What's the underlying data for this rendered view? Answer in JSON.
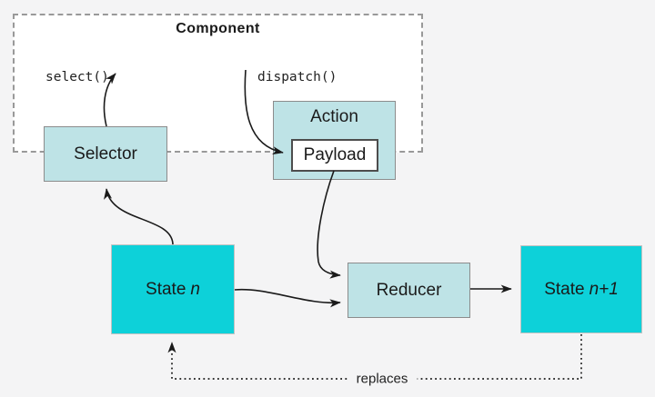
{
  "colors": {
    "page_background": "#f4f4f5",
    "component_fill": "#ffffff",
    "component_border": "#999999",
    "teal_box_fill": "#bee3e6",
    "teal_box_border": "#8c8c8c",
    "cyan_box_fill": "#0dd1d9",
    "cyan_box_border": "#c2c2c2",
    "payload_fill": "#ffffff",
    "payload_border": "#4d4d4d",
    "arrow_stroke": "#1a1a1a",
    "text_color": "#1a1a1a"
  },
  "diagram": {
    "component_label": "Component",
    "select_label": "select()",
    "dispatch_label": "dispatch()",
    "selector_label": "Selector",
    "action_label": "Action",
    "payload_label": "Payload",
    "state_n_prefix": "State",
    "state_n_var": "n",
    "reducer_label": "Reducer",
    "state_next_prefix": "State",
    "state_next_var": "n+1",
    "replaces_label": "replaces"
  }
}
